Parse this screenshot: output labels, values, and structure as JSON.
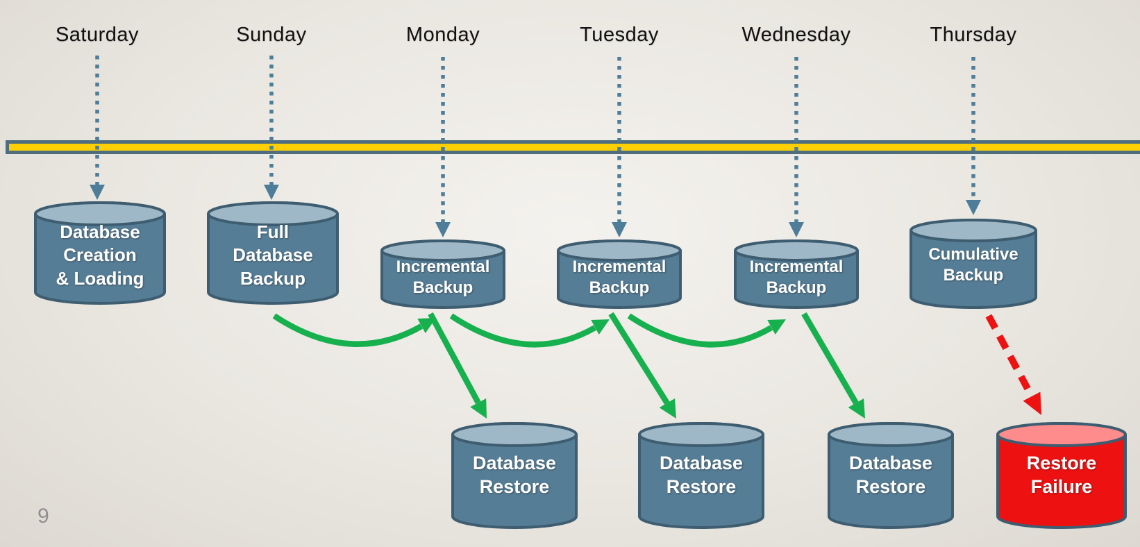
{
  "diagram": {
    "page_number": "9",
    "timeline_days": [
      "Saturday",
      "Sunday",
      "Monday",
      "Tuesday",
      "Wednesday",
      "Thursday"
    ],
    "nodes": {
      "saturday_creation": {
        "label": "Database\nCreation\n& Loading"
      },
      "sunday_full_backup": {
        "label": "Full\nDatabase\nBackup"
      },
      "monday_incremental": {
        "label": "Incremental\nBackup"
      },
      "tuesday_incremental": {
        "label": "Incremental\nBackup"
      },
      "wednesday_incremental": {
        "label": "Incremental\nBackup"
      },
      "thursday_cumulative": {
        "label": "Cumulative\nBackup"
      },
      "monday_restore": {
        "label": "Database\nRestore"
      },
      "tuesday_restore": {
        "label": "Database\nRestore"
      },
      "wednesday_restore": {
        "label": "Database\nRestore"
      },
      "thursday_failure": {
        "label": "Restore\nFailure"
      }
    },
    "colors": {
      "background": "#e9e6e0",
      "timeline_yellow": "#FDD005",
      "timeline_border": "#4e6d7e",
      "day_arrow": "#4e7d99",
      "cylinder_body": "#557d95",
      "cylinder_top": "#9fb8c7",
      "cylinder_outline": "#3e5d70",
      "restore_arrow_green": "#17b04e",
      "failure_red": "#ee1111",
      "failure_top": "#ff8c8c",
      "label_text": "#ffffff",
      "day_text": "#111111",
      "page_number_gray": "#8f8f8f"
    }
  }
}
